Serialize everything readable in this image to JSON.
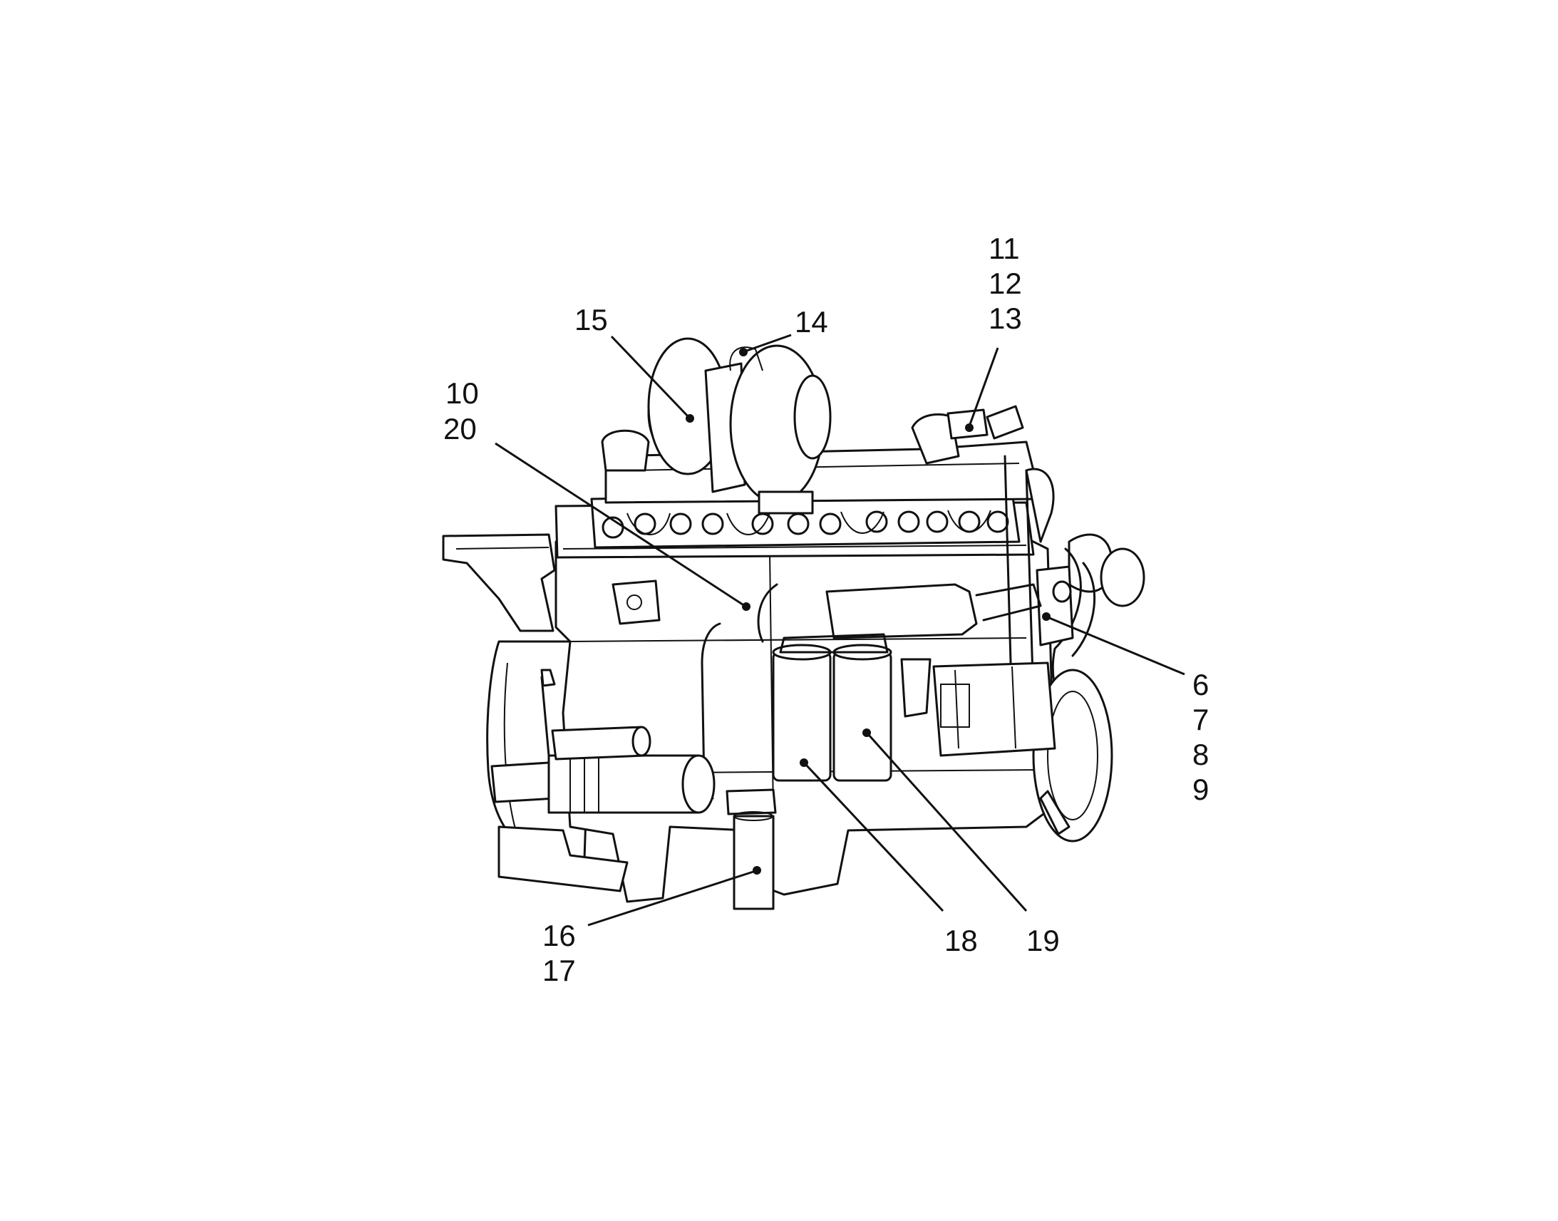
{
  "figure": {
    "callouts": {
      "c_11": "11",
      "c_12": "12",
      "c_13": "13",
      "c_14": "14",
      "c_15": "15",
      "c_10": "10",
      "c_20": "20",
      "c_6": "6",
      "c_7": "7",
      "c_8": "8",
      "c_9": "9",
      "c_16": "16",
      "c_17": "17",
      "c_18": "18",
      "c_19": "19"
    }
  }
}
